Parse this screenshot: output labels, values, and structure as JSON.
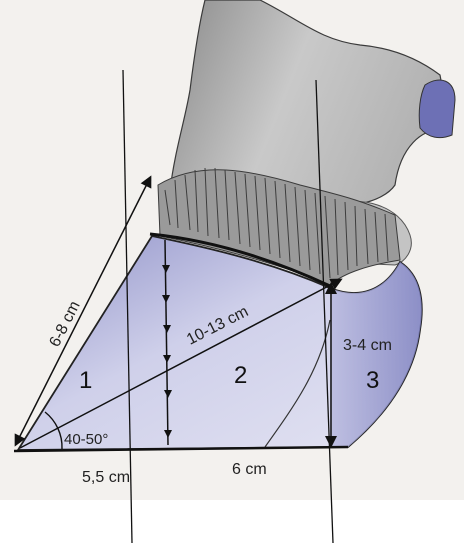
{
  "diagram": {
    "labels": {
      "dorsal_wall_length": "6-8 cm",
      "diagonal_length": "10-13 cm",
      "heel_height": "3-4 cm",
      "hoof_angle": "40-50°",
      "toe_ground_length": "5,5 cm",
      "heel_ground_length": "6 cm"
    },
    "regions": {
      "front": "1",
      "middle": "2",
      "rear": "3"
    },
    "colors": {
      "page_background": "#f3f1ee",
      "hoof_wall_blue": "#9ea0cf",
      "hoof_wall_light": "#c8c9e6",
      "coronet_hair": "#8d8d8d",
      "leg_gray": "#a9a9a9",
      "ink": "#111111"
    }
  }
}
